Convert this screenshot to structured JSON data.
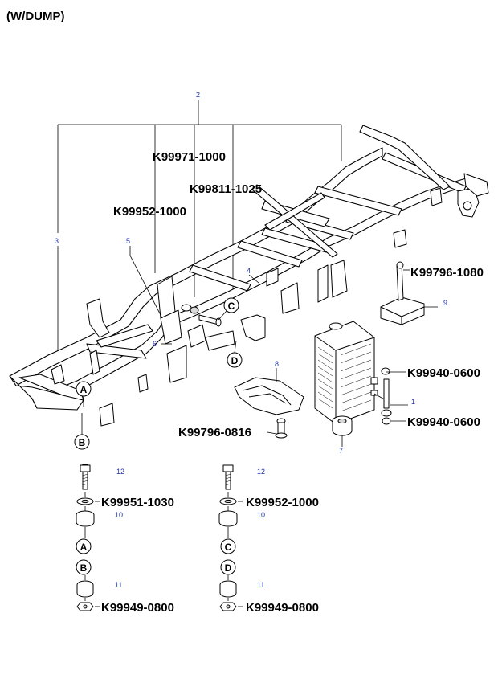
{
  "title": "(W/DUMP)",
  "callouts": {
    "ref_1": "1",
    "ref_2": "2",
    "ref_3": "3",
    "ref_4": "4",
    "ref_5": "5",
    "ref_6": "6",
    "ref_7": "7",
    "ref_8": "8",
    "ref_9": "9",
    "ref_10_left": "10",
    "ref_10_right": "10",
    "ref_11_left": "11",
    "ref_11_right": "11",
    "ref_12_left": "12",
    "ref_12_right": "12"
  },
  "part_numbers": {
    "pn_k99971_1000": "K99971-1000",
    "pn_k99811_1025": "K99811-1025",
    "pn_k99952_1000_top": "K99952-1000",
    "pn_k99796_1080": "K99796-1080",
    "pn_k99940_0600_upper": "K99940-0600",
    "pn_k99940_0600_lower": "K99940-0600",
    "pn_k99796_0816": "K99796-0816",
    "pn_k99951_1030": "K99951-1030",
    "pn_k99952_1000_bottom": "K99952-1000",
    "pn_k99949_0800_left": "K99949-0800",
    "pn_k99949_0800_right": "K99949-0800"
  },
  "location_markers": {
    "a_frame": "A",
    "b_frame": "B",
    "c_frame": "C",
    "d_frame": "D",
    "a_stack": "A",
    "b_stack": "B",
    "c_stack": "C",
    "d_stack": "D"
  }
}
